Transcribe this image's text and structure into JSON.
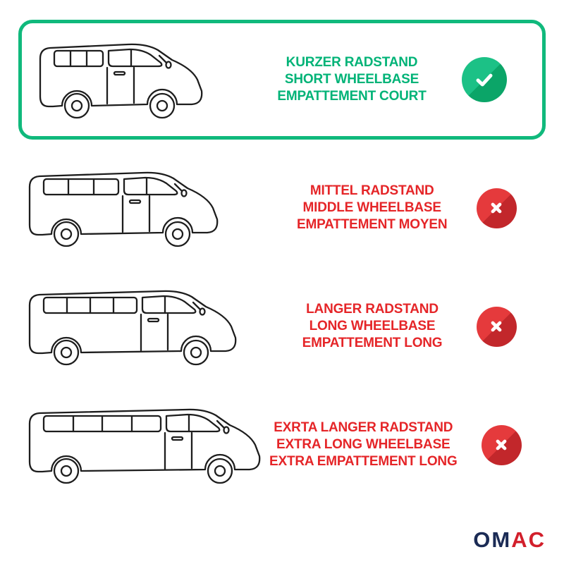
{
  "rows": [
    {
      "name": "short-wheelbase",
      "selected": true,
      "status": "included",
      "lines": [
        "KURZER RADSTAND",
        "SHORT WHEELBASE",
        "EMPATTEMENT COURT"
      ]
    },
    {
      "name": "middle-wheelbase",
      "selected": false,
      "status": "excluded",
      "lines": [
        "MITTEL RADSTAND",
        "MIDDLE WHEELBASE",
        "EMPATTEMENT MOYEN"
      ]
    },
    {
      "name": "long-wheelbase",
      "selected": false,
      "status": "excluded",
      "lines": [
        "LANGER RADSTAND",
        "LONG WHEELBASE",
        "EMPATTEMENT LONG"
      ]
    },
    {
      "name": "extra-long-wheelbase",
      "selected": false,
      "status": "excluded",
      "lines": [
        "EXRTA LANGER RADSTAND",
        "EXTRA LONG WHEELBASE",
        "EXTRA EMPATTEMENT LONG"
      ]
    }
  ],
  "logo": {
    "om": "OM",
    "ac": "AC"
  },
  "colors": {
    "green-text": "#00b377",
    "green-border": "#10b97c",
    "green-icon": "#1cc186",
    "green-icon-dark": "#0ba568",
    "red-text": "#e52528",
    "red-icon": "#e53a3c",
    "red-icon-dark": "#c2272b",
    "navy": "#1b2b55",
    "red-logo": "#d21f2b",
    "ink": "#1d1d1d"
  }
}
